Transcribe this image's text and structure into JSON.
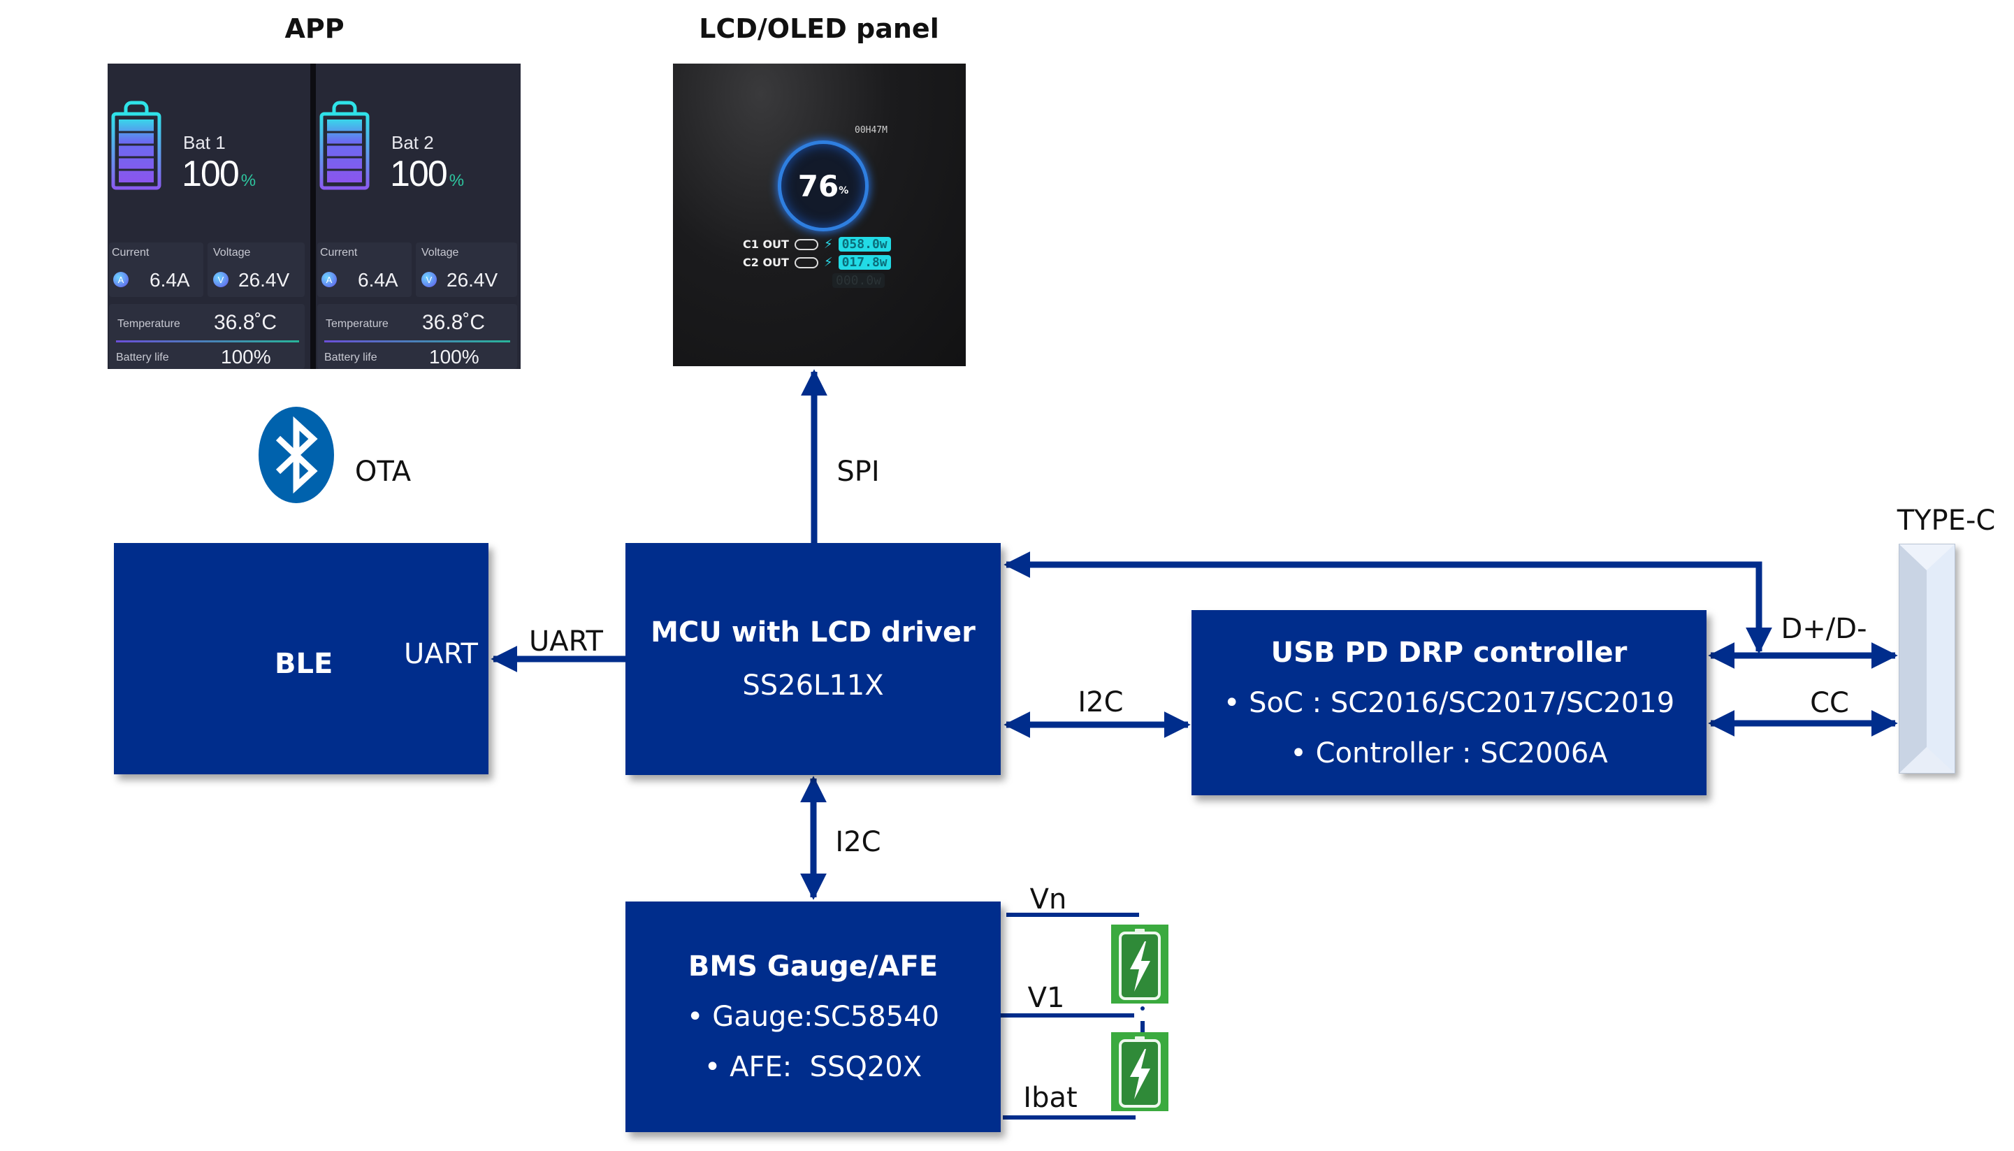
{
  "titles": {
    "app": "APP",
    "lcd": "LCD/OLED panel"
  },
  "app_panel": {
    "batteries": [
      {
        "name": "Bat 1",
        "percent": "100",
        "percent_unit": "%",
        "current_label": "Current",
        "current_icon": "A",
        "current_value": "6.4A",
        "voltage_label": "Voltage",
        "voltage_icon": "V",
        "voltage_value": "26.4V",
        "temperature_label": "Temperature",
        "temperature_value": "36.8˚C",
        "battery_life_label": "Battery life",
        "battery_life_value": "100%"
      },
      {
        "name": "Bat 2",
        "percent": "100",
        "percent_unit": "%",
        "current_label": "Current",
        "current_icon": "A",
        "current_value": "6.4A",
        "voltage_label": "Voltage",
        "voltage_icon": "V",
        "voltage_value": "26.4V",
        "temperature_label": "Temperature",
        "temperature_value": "36.8˚C",
        "battery_life_label": "Battery life",
        "battery_life_value": "100%"
      }
    ]
  },
  "lcd_panel": {
    "time": "00H47M",
    "charge_percent": "76",
    "charge_unit": "%",
    "outputs": [
      {
        "label": "C1 OUT",
        "power": "058.0w"
      },
      {
        "label": "C2 OUT",
        "power": "017.8w"
      }
    ],
    "ghost_output": "000.0w"
  },
  "bluetooth": {
    "icon": "bluetooth-icon",
    "label": "OTA",
    "color": "#0062AD"
  },
  "blocks": {
    "ble": {
      "title": "BLE",
      "port": "UART"
    },
    "mcu": {
      "title": "MCU with LCD driver",
      "part": "SS26L11X"
    },
    "usb_pd": {
      "title": "USB PD DRP controller",
      "lines": [
        "• SoC : SC2016/SC2017/SC2019",
        "• Controller : SC2006A"
      ]
    },
    "bms": {
      "title": "BMS Gauge/AFE",
      "lines": [
        "• Gauge:SC58540",
        "• AFE:  SSQ20X"
      ]
    },
    "color": "#002D8C"
  },
  "connections": {
    "spi": "SPI",
    "uart": "UART",
    "i2c_usb": "I2C",
    "i2c_bms": "I2C",
    "dp_dm": "D+/D-",
    "cc": "CC",
    "type_c": "TYPE-C"
  },
  "battery_taps": {
    "vn": "Vn",
    "v1": "V1",
    "ibat": "Ibat",
    "cell_color": "#3BAA3F"
  }
}
